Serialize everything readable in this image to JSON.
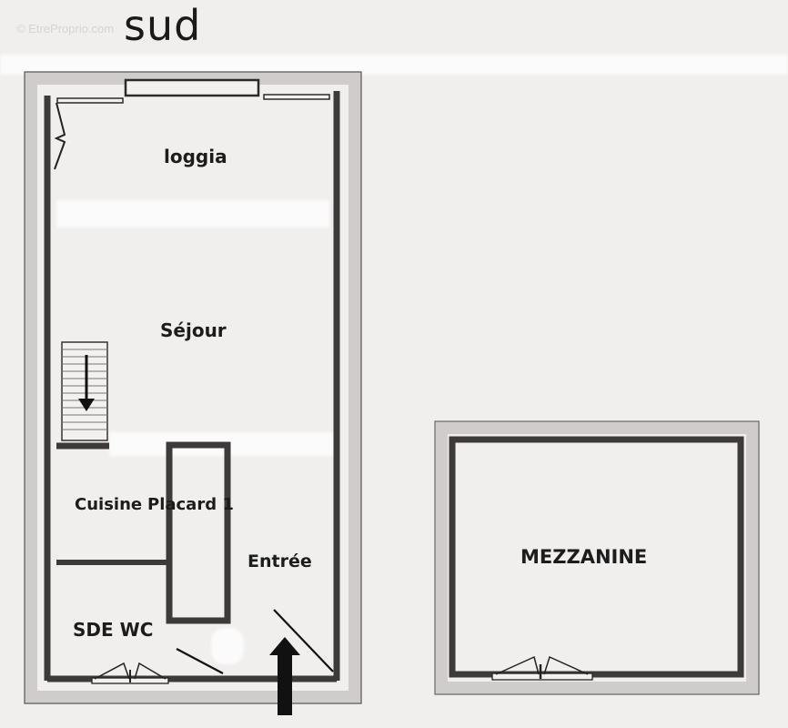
{
  "watermark": "© EtreProprio.com",
  "orientation_label": "sud",
  "plan": {
    "main_unit": {
      "rooms": [
        {
          "name": "loggia",
          "label": "loggia"
        },
        {
          "name": "sejour",
          "label": "Séjour"
        },
        {
          "name": "cuisine",
          "label": "Cuisine"
        },
        {
          "name": "placard",
          "label": "Placard 1"
        },
        {
          "name": "entree",
          "label": "Entrée"
        },
        {
          "name": "sde-wc",
          "label": "SDE WC"
        }
      ],
      "entrance_arrow": "up",
      "stair_arrow": "down"
    },
    "mezzanine": {
      "label": "MEZZANINE"
    }
  },
  "colors": {
    "background": "#f1efed",
    "wall_inner": "#3e3a3a",
    "wall_outer": "#cfcccb",
    "text": "#1c1c1c"
  }
}
